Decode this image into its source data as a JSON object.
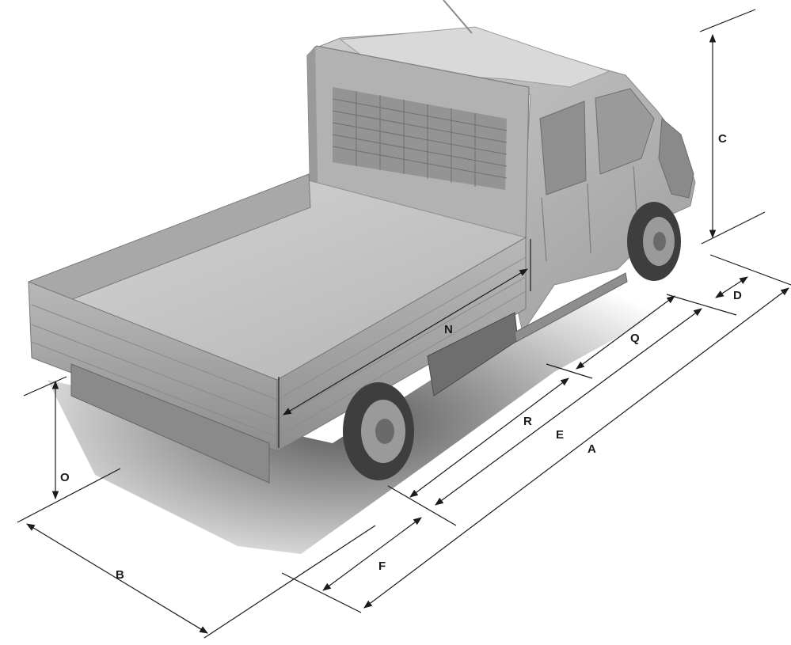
{
  "diagram": {
    "labels": {
      "A": "A",
      "B": "B",
      "C": "C",
      "D": "D",
      "E": "E",
      "F": "F",
      "N": "N",
      "O": "O",
      "Q": "Q",
      "R": "R"
    },
    "colors": {
      "line": "#1b1b1b",
      "body_light": "#c8c8c8",
      "body_mid": "#a9a9a9",
      "body_dark": "#7a7a7a",
      "shadow": "#4a4a4a",
      "background": "#ffffff"
    },
    "icons": [
      "truck-illustration",
      "dimension-arrow"
    ]
  }
}
